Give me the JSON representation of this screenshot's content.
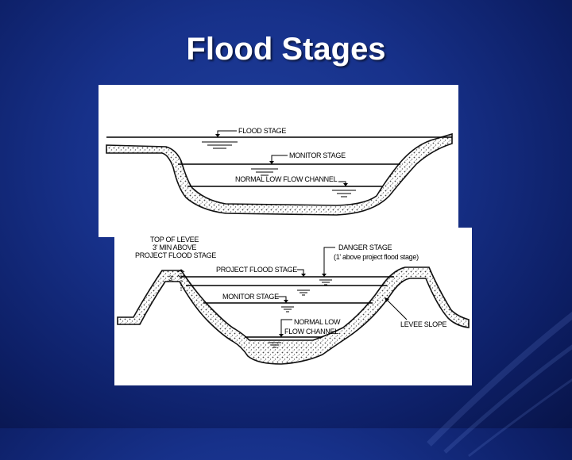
{
  "slide": {
    "title": "Flood Stages",
    "background_color": "#17318a",
    "title_color": "#ffffff"
  },
  "diagram_top": {
    "labels": {
      "flood_stage": "FLOOD STAGE",
      "monitor_stage": "MONITOR STAGE",
      "normal_low_flow": "NORMAL LOW FLOW CHANNEL"
    }
  },
  "diagram_bottom": {
    "labels": {
      "top_of_levee_1": "TOP OF LEVEE",
      "top_of_levee_2": "3' MIN ABOVE",
      "top_of_levee_3": "PROJECT FLOOD STAGE",
      "freeboard": "3'",
      "project_flood_stage": "PROJECT FLOOD STAGE",
      "danger_stage_1": "DANGER STAGE",
      "danger_stage_2": "(1' above project flood stage)",
      "monitor_stage": "MONITOR STAGE",
      "normal_low_1": "NORMAL LOW",
      "normal_low_2": "FLOW CHANNEL",
      "levee_slope": "LEVEE SLOPE"
    }
  }
}
